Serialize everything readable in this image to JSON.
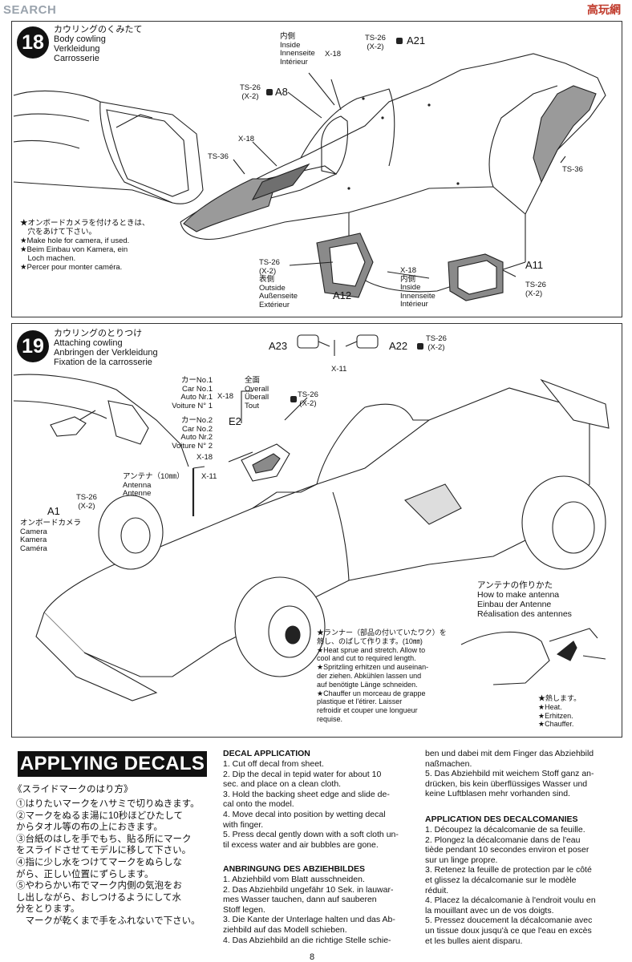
{
  "watermark": {
    "left": "SEARCH",
    "right": "高玩網"
  },
  "step18": {
    "number": "18",
    "title": [
      "カウリングのくみたて",
      "Body cowling",
      "Verkleidung",
      "Carrosserie"
    ],
    "labels": {
      "inside": [
        "内側",
        "Inside",
        "Innenseite",
        "Intérieur"
      ],
      "x18_top": "X-18",
      "ts26_a21": [
        "TS-26",
        "(X-2)"
      ],
      "a21": "A21",
      "ts26_a8": [
        "TS-26",
        "(X-2)"
      ],
      "a8": "A8",
      "x18_left": "X-18",
      "ts36_left": "TS-36",
      "ts36_right": "TS-36",
      "ts26_outside": [
        "TS-26",
        "(X-2)"
      ],
      "outside": [
        "表側",
        "Outside",
        "Außenseite",
        "Extérieur"
      ],
      "a12": "A12",
      "x18_inside": [
        "X-18",
        "内側",
        "Inside",
        "Innenseite",
        "Intérieur"
      ],
      "a11": "A11",
      "ts26_a11": [
        "TS-26",
        "(X-2)"
      ]
    },
    "camera_note": [
      "★オンボードカメラを付けるときは、",
      "　穴をあけて下さい。",
      "★Make hole for camera, if used.",
      "★Beim Einbau von Kamera, ein",
      "　Loch machen.",
      "★Percer pour monter caméra."
    ]
  },
  "step19": {
    "number": "19",
    "title": [
      "カウリングのとりつけ",
      "Attaching cowling",
      "Anbringen der Verkleidung",
      "Fixation de la carrosserie"
    ],
    "labels": {
      "a23": "A23",
      "a22": "A22",
      "ts26_top": [
        "TS-26",
        "(X-2)"
      ],
      "x11_top": "X-11",
      "car1": [
        "カーNo.1",
        "Car No.1",
        "Auto Nr.1",
        "Voiture N° 1"
      ],
      "x18_car1": "X-18",
      "overall": [
        "全面",
        "Overall",
        "Überall",
        "Tout"
      ],
      "ts26_mid": [
        "TS-26",
        "(X-2)"
      ],
      "e2": "E2",
      "car2": [
        "カーNo.2",
        "Car No.2",
        "Auto Nr.2",
        "Voiture N° 2"
      ],
      "x18_car2": "X-18",
      "antenna": [
        "アンテナ（10㎜）",
        "Antenna",
        "Antenne"
      ],
      "x11_ant": "X-11",
      "a1": "A1",
      "ts26_a1": [
        "TS-26",
        "(X-2)"
      ],
      "camera": [
        "オンボードカメラ",
        "Camera",
        "Kamera",
        "Caméra"
      ]
    },
    "antenna_box": {
      "title": [
        "アンテナの作りかた",
        "How to make antenna",
        "Einbau der Antenne",
        "Réalisation des antennes"
      ],
      "sprue_note": [
        "★ランナー（部品の付いていたワク）を",
        "熱し、のばして作ります。(10㎜)",
        "★Heat sprue and stretch. Allow to",
        "cool and cut to required length.",
        "★Spritzling erhitzen und auseinan-",
        "der ziehen. Abkühlen lassen und",
        "auf benötigte Länge schneiden.",
        "★Chauffer un morceau de grappe",
        "plastique et l'étirer. Laisser",
        "refroidir et couper une longueur",
        "requise."
      ],
      "heat": [
        "★熱します。",
        "★Heat.",
        "★Erhitzen.",
        "★Chauffer."
      ]
    }
  },
  "decals": {
    "banner": "APPLYING DECALS",
    "jp_title": "《スライドマークのはり方》",
    "jp_lines": [
      "①はりたいマークをハサミで切りぬきます。",
      "②マークをぬるま湯に10秒ほどひたして",
      "からタオル等の布の上におきます。",
      "③台紙のはしを手でもち、貼る所にマーク",
      "をスライドさせてモデルに移して下さい。",
      "④指に少し水をつけてマークをぬらしな",
      "がら、正しい位置にずらします。",
      "⑤やわらかい布でマーク内側の気泡をお",
      "し出しながら、おしつけるようにして水",
      "分をとります。",
      "　マークが乾くまで手をふれないで下さい。"
    ],
    "en_title": "DECAL APPLICATION",
    "en_lines": [
      "1. Cut off decal from sheet.",
      "2. Dip the decal in tepid water for about 10",
      "sec. and place on a clean cloth.",
      "3. Hold the backing sheet edge and slide de-",
      "cal onto the model.",
      "4. Move decal into position by wetting decal",
      "with finger.",
      "5. Press decal gently down with a soft cloth un-",
      "til excess water and air bubbles are gone."
    ],
    "de_title": "ANBRINGUNG DES ABZIEHBILDES",
    "de_lines": [
      "1. Abziehbild vom Blatt ausschneiden.",
      "2. Das Abziehbild ungefähr 10 Sek. in lauwar-",
      "mes Wasser tauchen, dann auf sauberen",
      "Stoff legen.",
      "3. Die Kante der Unterlage halten und das Ab-",
      "ziehbild auf das Modell schieben.",
      "4. Das Abziehbild an die richtige Stelle schie-"
    ],
    "de_cont": [
      "ben und dabei mit dem Finger das Abziehbild",
      "naßmachen.",
      "5. Das Abziehbild mit weichem Stoff ganz an-",
      "drücken, bis kein überflüssiges Wasser und",
      "keine Luftblasen mehr vorhanden sind."
    ],
    "fr_title": "APPLICATION DES DECALCOMANIES",
    "fr_lines": [
      "1. Découpez la décalcomanie de sa feuille.",
      "2. Plongez la décalcomanie dans de l'eau",
      "tiède pendant 10 secondes environ et poser",
      "sur un linge propre.",
      "3. Retenez la feuille de protection par le côté",
      "et glissez la décalcomanie sur le modèle",
      "réduit.",
      "4. Placez la décalcomanie à l'endroit voulu en",
      "la mouillant avec un de vos doigts.",
      "5. Pressez doucement la décalcomanie avec",
      "un tissue doux jusqu'à ce que l'eau en excès",
      "et les bulles aient disparu."
    ]
  },
  "page_number": "8"
}
